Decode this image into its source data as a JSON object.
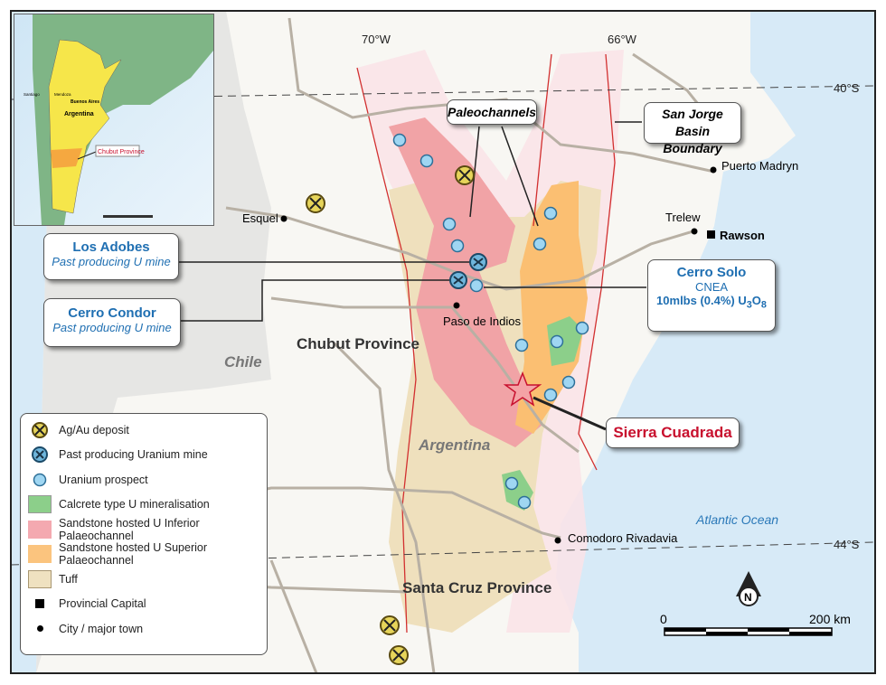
{
  "grid": {
    "lon_labels": [
      "70°W",
      "66°W"
    ],
    "lat_labels": [
      "40°S",
      "44°S"
    ]
  },
  "regions": {
    "chile": "Chile",
    "chubut": "Chubut Province",
    "argentina": "Argentina",
    "santa_cruz": "Santa Cruz Province",
    "ocean": "Atlantic Ocean"
  },
  "towns": {
    "esquel": "Esquel",
    "puerto_madryn": "Puerto Madryn",
    "trelew": "Trelew",
    "rawson": "Rawson",
    "paso_de_indios": "Paso de Indios",
    "comodoro": "Comodoro Rivadavia"
  },
  "callouts": {
    "paleochannels": "Paleochannels",
    "san_jorge": "San Jorge Basin Boundary",
    "los_adobes": {
      "title": "Los Adobes",
      "subtitle": "Past producing U mine"
    },
    "cerro_condor": {
      "title": "Cerro Condor",
      "subtitle": "Past producing U mine"
    },
    "cerro_solo": {
      "title": "Cerro Solo",
      "line2": "CNEA",
      "line3": "10mlbs (0.4%) U",
      "sub3": "3",
      "o": "O",
      "sub8": "8"
    },
    "sierra_cuadrada": "Sierra Cuadrada"
  },
  "legend": [
    {
      "label": "Ag/Au deposit",
      "icon": "pickaxe-icon"
    },
    {
      "label": "Past producing Uranium mine",
      "icon": "uranium-mine-icon"
    },
    {
      "label": "Uranium prospect",
      "icon": "prospect-dot-icon"
    },
    {
      "label": "Calcrete type U mineralisation",
      "color": "#8ccf8a"
    },
    {
      "label": "Sandstone hosted U Inferior Palaeochannel",
      "color": "#f4a9b0"
    },
    {
      "label": "Sandstone hosted U Superior Palaeochannel",
      "color": "#fbc47e"
    },
    {
      "label": "Tuff",
      "color": "#efe1c0"
    },
    {
      "label": "Provincial Capital",
      "icon": "square-icon"
    },
    {
      "label": "City / major town",
      "icon": "dot-icon"
    }
  ],
  "scale": {
    "start": "0",
    "end": "200 km"
  },
  "north": "N",
  "inset": {
    "country": "Argentina",
    "capital": "Buenos Aires",
    "province": "Chubut Province",
    "city": "Mendoza",
    "santiago": "Santiago"
  },
  "colors": {
    "sea": "#d7eaf7",
    "land": "#f8f7f3",
    "chile": "#e6e6e4",
    "inferior": "#f1a3a6",
    "superior": "#fbbf72",
    "tuff": "#efe0bd",
    "calcrete": "#8ccf8a",
    "accent_red": "#c8102e",
    "accent_blue": "#1f6fb2"
  }
}
